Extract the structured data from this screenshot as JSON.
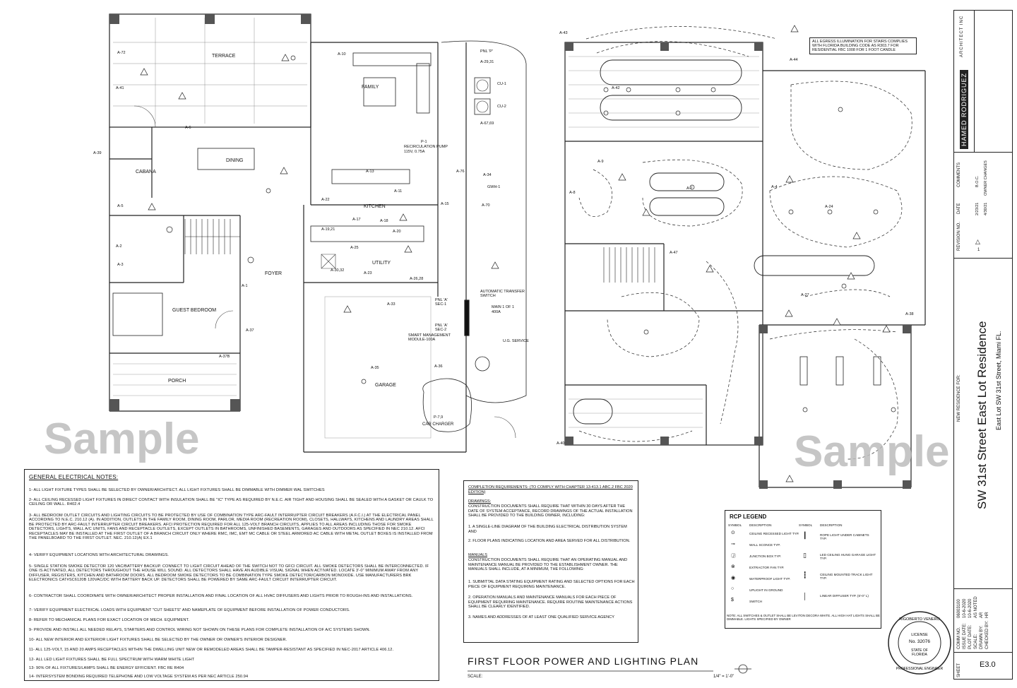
{
  "rooms": {
    "terrace": "TERRACE",
    "family": "FAMILY",
    "dining": "DINING",
    "cabana": "CABANA",
    "kitchen": "KITCHEN",
    "utility": "UTILITY",
    "foyer": "FOYER",
    "guest_bedroom": "GUEST BEDROOM",
    "porch": "PORCH",
    "garage": "GARAGE",
    "car_charger": "CAR CHARGER"
  },
  "equipment": {
    "panel_p": "PNL 'P'",
    "cu1": "CU-1",
    "cu2": "CU-2",
    "recirc": "RECIRCULATION PUMP",
    "recirc_spec": "115V, 0.75A",
    "pool_pump": "P-1",
    "gwh": "GWH-1",
    "ats": "AUTOMATIC TRANSFER SWITCH",
    "main": "MAIN 1 OF 1",
    "main_amp": "400A",
    "smart": "SMART MANAGEMENT MODULE-100A",
    "pnl_a_sec1": "PNL 'A' SEC-1",
    "pnl_a_sec2": "PNL 'A' SEC-2",
    "fpl": "U.G. SERVICE",
    "p79": "P-7,9"
  },
  "circuits": [
    "A-72",
    "A-41",
    "A-39",
    "A-6",
    "A-5",
    "A-2",
    "A-3",
    "A-37",
    "A-37B",
    "A-10",
    "A-29,31",
    "A-67,69",
    "A-76",
    "A-34",
    "A-70",
    "A-22",
    "A-13",
    "A-11",
    "A-15",
    "A-19,21",
    "A-17",
    "A-18",
    "A-20",
    "A-25",
    "A-30,32",
    "A-23",
    "A-26,28",
    "A-33",
    "A-35",
    "A-36",
    "A-1",
    "A-42",
    "A-43",
    "A-44",
    "A-9",
    "A-8",
    "A-7",
    "A-4",
    "A-24",
    "A-47",
    "A-27",
    "A-40",
    "A-38"
  ],
  "watermarks": {
    "left": "Sample",
    "right": "Sample"
  },
  "egress_note": "ALL EGRESS ILLUMINATION FOR STAIRS COMPLIES WITH FLORIDA BUILDING CODE AS R303.7 FOR RESIDENTIAL FBC 1008 FOR 1 FOOT CANDLE",
  "general_notes": {
    "heading": "GENERAL ELECTRICAL NOTES:",
    "items": [
      "1- ALL LIGHT FIXTURE TYPES SHALL BE SELECTED BY OWNER/ARCHITECT. ALL LIGHT FIXTURES SHALL BE DIMMABLE WITH DIMMER WAL SWITCHES",
      "2- ALL CEILING RECESSED LIGHT FIXTURES IN DIRECT CONTACT WITH INSULATION SHALL BE \"IC\" TYPE AS REQUIRED BY N.E.C. AIR TIGHT AND HOUSING SHALL BE SEALED WITH A GASKET OR CAULK TO CEILING OR WALL. R402.4",
      "3- ALL BEDROOM OUTLET CIRCUITS AND LIGHTING CIRCUITS TO BE PROTECTED BY USE OF COMBINATION TYPE ARC-FAULT INTERRUPTER CIRCUIT BREAKERS (A.F.C.I.) AT THE ELECTRICAL PANEL ACCORDING TO N.E.C. 210.12 (A). IN ADDITION, OUTLETS IN THE FAMILY ROOM, DINING ROOM, PARLOR, MEDIA ROOM (RECREATION ROOM), CLOSETS, HALLWAYS, KITCHENS AND LAUNDRY AREAS SHALL BE PROTECTED BY ARC-FAULT INTERRUPTER CIRCUIT BREAKERS. AFCI PROTECTION REQUIRED FOR ALL 125-VOLT BRANCH CIRCUITS, APPLIES TO ALL AREAS INCLUDING THOSE FOR SMOKE DETECTORS, LIGHTS, WALL A/C UNITS, FANS AND RECEPTACLE OUTLETS, EXCEPT OUTLETS IN BATHROOMS, UNFINISHED BASEMENTS, GARAGES AND OUTDOORS AS SPECIFIED IN NEC 210.12. AFCI RECEPTACLES MAY BE INSTALLED AT THE FIRST OUTLET OF A BRANCH CIRCUIT ONLY WHERE RMC, IMC, EMT MC CABLE OR STEEL ARMORED AC CABLE WITH METAL OUTLET BOXES IS INSTALLED FROM THE PANELBOARD TO THE FIRST OUTLET. NEC. 210.12(A) EX.1",
      "4- VERIFY EQUIPMENT LOCATIONS WITH ARCHITECTURAL DRAWINGS.",
      "5- SINGLE STATION SMOKE DETECTOR 120 VAC/BATTERY BACKUP. CONNECT TO LIGHT CIRCUIT AHEAD OF THE SWITCH NOT TO GFCI CIRCUIT. ALL SMOKE DETECTORS SHALL BE INTERCONNECTED. IF ONE IS ACTIVATED, ALL DETECTORS THROUGHOUT THE HOUSE WILL SOUND. ALL DETECTORS SHALL HAVE AN AUDIBLE VISUAL SIGNAL WHEN ACTIVATED. LOCATE 3'-0\" MINIMUM AWAY FROM ANY DIFFUSER, REGISTERS, KITCHEN AND BATHROOM DOORS. ALL BEDROOM SMOKE DETECTORS TO BE COMBINATION TYPE SMOKE DETECTOR/CARBON MONOXIDE. USE MANUFACTURERS BRK ELECTRONICS CAT#SC6120B 120VAC/DC WITH BATTERY BACK UP. DETECTORS SHALL BE POWERED BY SAME ARC-FAULT CIRCUIT INTERRUPTER CIRCUIT.",
      "6- CONTRACTOR SHALL COORDINATE WITH OWNER/ARCHITECT PROPER INSTALLATION AND FINAL LOCATION OF ALL HVAC DIFFUSERS AND LIGHTS PRIOR TO ROUGH-INS AND INSTALLATIONS.",
      "7- VERIFY EQUIPMENT ELECTRICAL LOADS WITH EQUIPMENT \"CUT SHEETS\" AND NAMEPLATE OF EQUIPMENT BEFORE INSTALLATION OF POWER CONDUCTORS.",
      "8- REFER TO MECHANICAL PLANS FOR EXACT LOCATION OF MECH. EQUIPMENT.",
      "9- PROVIDE AND INSTALL ALL NEEDED RELAYS, STARTERS AND CONTROL WIRING NOT SHOWN ON THESE PLANS FOR COMPLETE INSTALLATION OF A/C SYSTEMS SHOWN.",
      "10- ALL NEW INTERIOR AND EXTERIOR LIGHT FIXTURES SHALL BE SELECTED BY THE OWNER OR OWNER'S INTERIOR DESIGNER.",
      "11- ALL 125-VOLT, 15 AND 20 AMPS RECEPTACLES WITHIN THE DWELLING UNIT NEW OR REMODELED AREAS SHALL BE TAMPER-RESISTANT AS SPECIFIED IN NEC-2017 ARTICLE 406.12.",
      "12- ALL LED LIGHT FIXTURES SHALL BE FULL SPECTRUM WITH WARM WHITE LIGHT",
      "13- 90% OF ALL FIXTURES/LAMPS SHALL BE ENERGY EFFICIENT. FBC RE R404",
      "14- INTERSYSTEM BONDING REQUIRED TELEPHONE AND LOW VOLTAGE SYSTEM AS PER NEC ARTICLE 250.94"
    ]
  },
  "completion": {
    "heading": "COMPLETION REQUIREMENTS: (TO COMPLY WITH CHAPTER 13-413.1 ABC.2 FBC 2020 EDITION)",
    "drawings_h": "DRAWINGS:",
    "drawings": "CONSTRUCTION DOCUMENTS SHALL REQUIRE THAT WITHIN 30 DAYS AFTER THE DATE OF SYSTEM ACCEPTANCE, RECORD DRAWINGS OF THE ACTUAL INSTALLATION SHALL BE PROVIDED TO THE BUILDING OWNER, INCLUDING:",
    "d1": "1. A SINGLE-LINE DIAGRAM OF THE BUILDING ELECTRICAL DISTRIBUTION SYSTEM AND",
    "d2": "2. FLOOR PLANS INDICATING LOCATION AND AREA SERVED FOR ALL DISTRIBUTION.",
    "manuals_h": "MANUALS",
    "manuals": "CONSTRUCTION DOCUMENTS SHALL REQUIRE THAT AN OPERATING MANUAL AND MAINTENANCE MANUAL BE PROVIDED TO THE ESTABLISHMENT OWNER. THE MANUALS SHALL INCLUDE, AT A MINIMUM, THE FOLLOWING:",
    "m1": "1. SUBMITTAL DATA STATING EQUIPMENT RATING AND SELECTED OPTIONS FOR EACH PIECE OF EQUIPMENT REQUIRING MAINTENANCE.",
    "m2": "2. OPERATION MANUALS AND MAINTENANCE MANUALS FOR EACH PIECE OF EQUIPMENT REQUIRING MAINTENANCE. REQUIRE ROUTINE MAINTENANCE ACTIONS SHALL BE CLEARLY IDENTIFIED.",
    "m3": "3. NAMES AND ADDRESSES OF AT LEAST ONE QUALIFIED SERVICE AGENCY"
  },
  "rcp_legend": {
    "title": "RCP LEGEND",
    "col_symbol": "SYMBOL",
    "col_desc": "DESCRIPTION",
    "left": [
      "CEILING RECESSED LIGHT TYP.",
      "WALL SCONCE TYP.",
      "JUNCTION BOX TYP.",
      "EXTRACTOR FAN TYP.",
      "WATERPROOF LIGHT TYP.",
      "UPLIGHT IN GROUND",
      "SWITCH"
    ],
    "right": [
      "ROPE LIGHT UNDER CABINETS TYP.",
      "LED CEILING HUNG GARAGE LIGHT TYP.",
      "CEILING MOUNTED TRACK LIGHT TYP.",
      "LINEAR DIFFUSER TYP. (6'-0\" L)"
    ],
    "note": "NOTE: ALL SWITCHES & OUTLET SHALL BE LEVITON DECORA WHITE. ALL HIGH HAT LIGHTS SHALL BE DIMMABLE. LIGHTS SPECIFIED BY OWNER"
  },
  "plan_title": "FIRST FLOOR POWER AND LIGHTING PLAN",
  "scale_label": "SCALE:",
  "scale_value": "1/4\" = 1'-0\"",
  "title_block": {
    "firm": "HAMED RODRIGUEZ",
    "firm_sub": "ARCHITECT INC",
    "comments": "COMMENTS",
    "date": "DATE",
    "revision": "REVISION NO.",
    "rev1_comment": "B.O.C.",
    "rev1_date": "2/23/21",
    "rev2_comment": "OWNER CHANGES",
    "rev2_date": "4/30/21",
    "rev_mark": "1",
    "new_res": "NEW RESIDENCE FOR:",
    "project": "SW 31st Street East Lot Residence",
    "address": "East Lot SW 31st Street, Miami FL.",
    "comm_no_l": "COMM NO.",
    "issue_l": "ISSUE DATE:",
    "plot_l": "PLOT DATE:",
    "scale_l": "SCALE:",
    "drawn_l": "DRAWN BY:",
    "checked_l": "CHECKED BY:",
    "comm_no": "06003100",
    "issue": "10-6-2020",
    "plot": "10-6-2020",
    "scale": "AS NOTED",
    "drawn": "AR",
    "checked": "HR",
    "sheet_l": "SHEET",
    "sheet": "E3.0"
  },
  "seal": {
    "name": "RIGOBERTO VENERO",
    "license": "LICENSE",
    "number": "No. 32076",
    "state": "STATE OF",
    "florida": "FLORIDA",
    "pe": "PROFESSIONAL ENGINEER"
  }
}
